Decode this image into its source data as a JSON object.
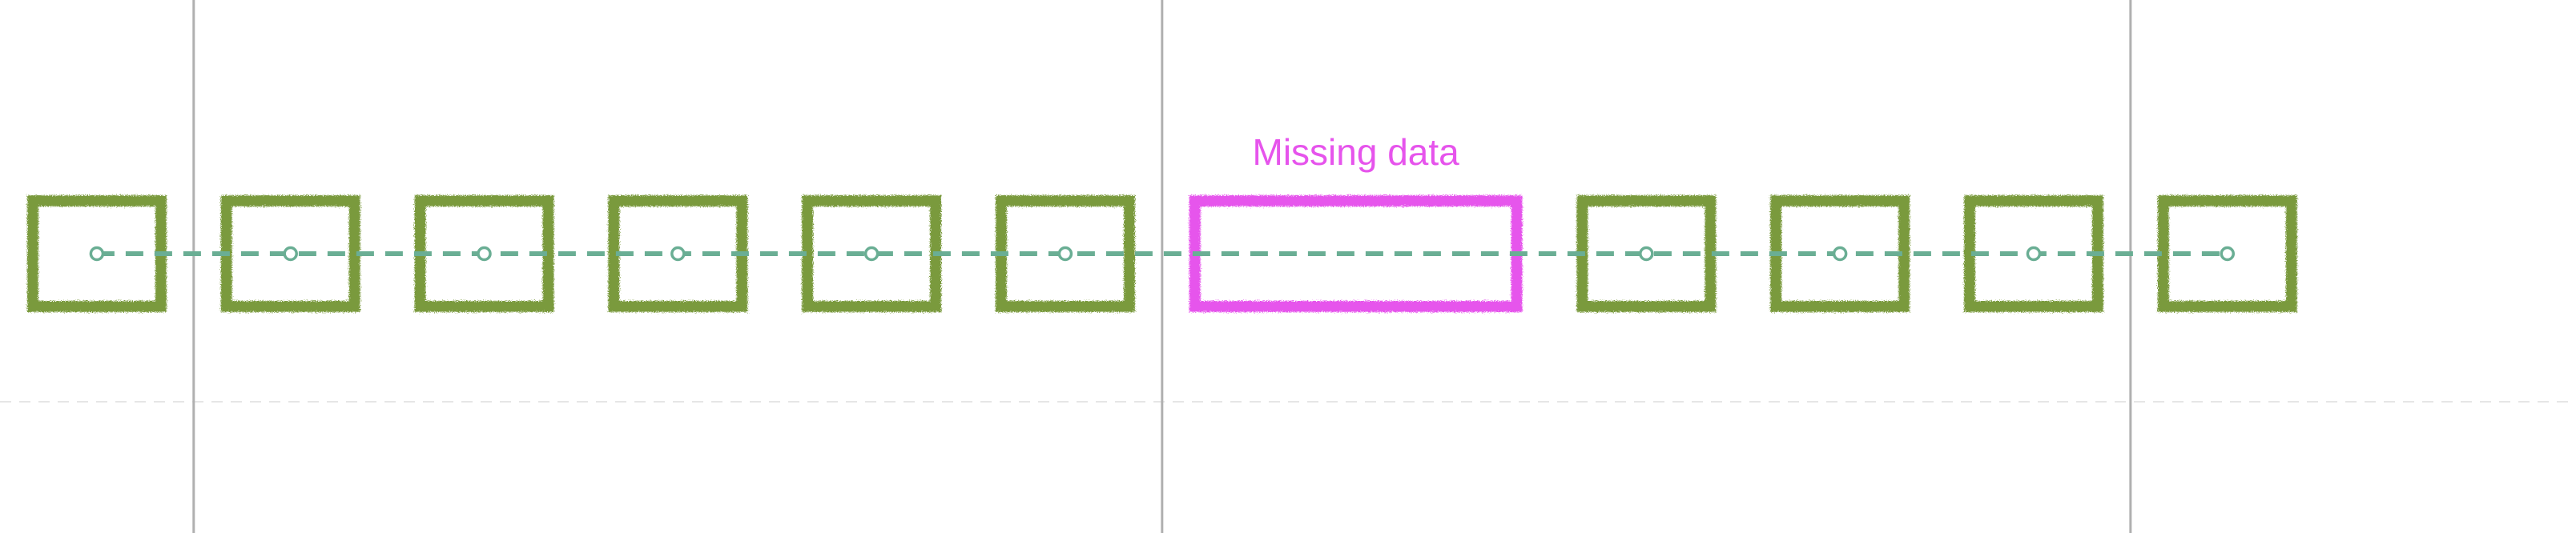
{
  "chart_data": {
    "type": "line",
    "title": "",
    "xlabel": "",
    "ylabel": "",
    "grid": false,
    "colors": {
      "line": "#6aae94",
      "box": "#7a9a3c",
      "missing": "#e654ec",
      "vline": "#b0b0b0",
      "hline": "#e6e6e6"
    },
    "series": [
      {
        "values": [
          {
            "x": 1,
            "y": 0
          },
          {
            "x": 2,
            "y": 0
          },
          {
            "x": 3,
            "y": 0
          },
          {
            "x": 4,
            "y": 0
          },
          {
            "x": 5,
            "y": 0
          },
          {
            "x": 6,
            "y": 0
          },
          {
            "x": 7,
            "y": null
          },
          {
            "x": 8,
            "y": null
          },
          {
            "x": 9,
            "y": 0
          },
          {
            "x": 10,
            "y": 0
          },
          {
            "x": 11,
            "y": 0
          },
          {
            "x": 12,
            "y": 0
          }
        ]
      }
    ],
    "xlim": [
      0.5,
      13.8
    ],
    "missing_range": [
      7,
      8
    ],
    "vertical_markers": [
      1.5,
      6.5,
      11.5
    ],
    "annotations": [
      {
        "text": "Missing data",
        "x": 7.5
      }
    ]
  }
}
